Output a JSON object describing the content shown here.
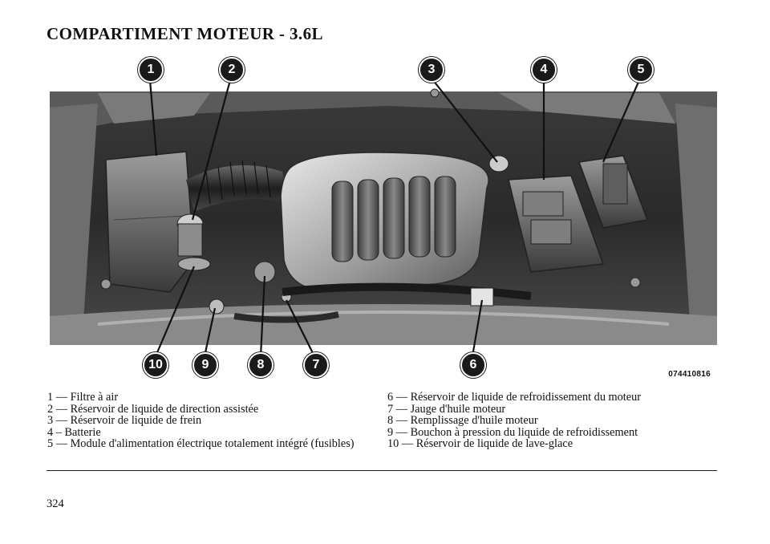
{
  "title": "COMPARTIMENT MOTEUR - 3.6L",
  "figure": {
    "code": "074410816",
    "callouts_top": [
      "1",
      "2",
      "3",
      "4",
      "5"
    ],
    "callouts_bottom": [
      "10",
      "9",
      "8",
      "7",
      "6"
    ]
  },
  "legend": {
    "left": [
      "1 — Filtre à air",
      "2 — Réservoir de liquide de direction assistée",
      "3 — Réservoir de liquide de frein",
      "4 – Batterie",
      "5 — Module d'alimentation électrique totalement intégré (fusibles)"
    ],
    "right": [
      "6 — Réservoir de liquide de refroidissement du moteur",
      "7 — Jauge d'huile moteur",
      "8 — Remplissage d'huile moteur",
      "9 — Bouchon à pression du liquide de refroidissement",
      "10 — Réservoir de liquide de lave-glace"
    ]
  },
  "page_number": "324"
}
